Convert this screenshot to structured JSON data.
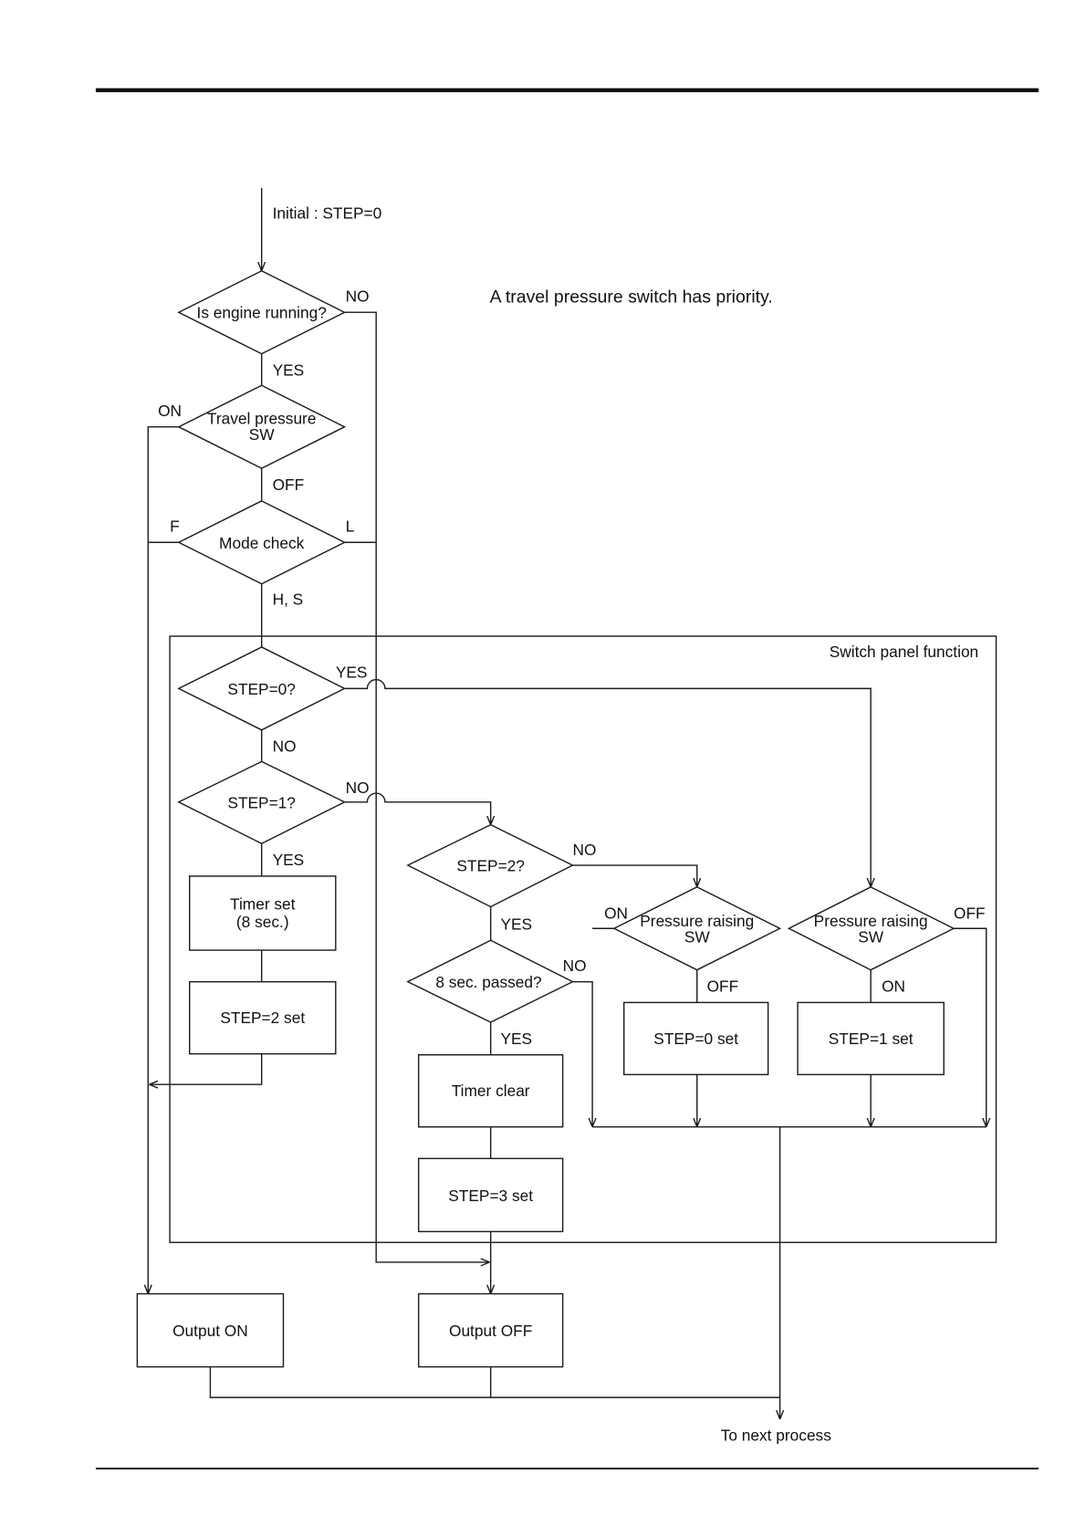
{
  "note": "A travel pressure switch has priority.",
  "start_label": "Initial : STEP=0",
  "end_label": "To next process",
  "panel_label": "Switch panel function",
  "nodes": {
    "engine": {
      "text": "Is engine running?",
      "no": "NO",
      "yes": "YES"
    },
    "travel": {
      "line1": "Travel pressure",
      "line2": "SW",
      "on": "ON",
      "off": "OFF"
    },
    "mode": {
      "text": "Mode check",
      "f": "F",
      "l": "L",
      "hs": "H, S"
    },
    "step0": {
      "text": "STEP=0?",
      "yes": "YES",
      "no": "NO"
    },
    "step1": {
      "text": "STEP=1?",
      "no": "NO",
      "yes": "YES"
    },
    "timer_set": {
      "line1": "Timer set",
      "line2": "(8 sec.)"
    },
    "step2_set": {
      "text": "STEP=2 set"
    },
    "step2": {
      "text": "STEP=2?",
      "no": "NO",
      "yes": "YES"
    },
    "passed": {
      "text": "8 sec. passed?",
      "no": "NO",
      "yes": "YES"
    },
    "timer_clear": {
      "text": "Timer clear"
    },
    "step3_set": {
      "text": "STEP=3 set"
    },
    "pr_left": {
      "line1": "Pressure raising",
      "line2": "SW",
      "on": "ON",
      "off": "OFF"
    },
    "step0_set": {
      "text": "STEP=0 set"
    },
    "pr_right": {
      "line1": "Pressure raising",
      "line2": "SW",
      "off": "OFF",
      "on": "ON"
    },
    "step1_set": {
      "text": "STEP=1 set"
    },
    "output_on": {
      "text": "Output ON"
    },
    "output_off": {
      "text": "Output OFF"
    }
  }
}
